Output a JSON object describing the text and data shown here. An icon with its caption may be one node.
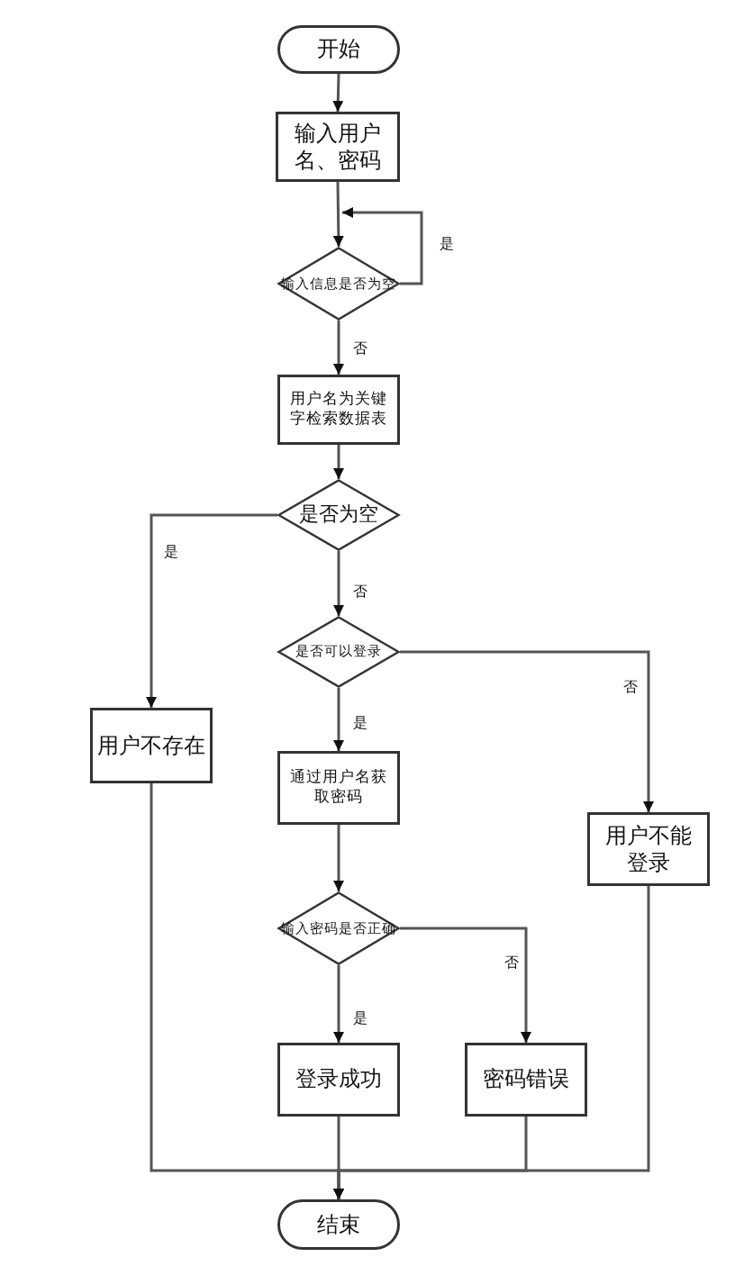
{
  "diagram": {
    "nodes": [
      {
        "text": [
          "开始"
        ]
      },
      {
        "text": [
          "输入用户名、密码"
        ]
      },
      {
        "text": [
          "输入信息是否为空"
        ]
      },
      {
        "text": [
          "用户名为关键字检索数据表"
        ]
      },
      {
        "text": [
          "是否为空"
        ]
      },
      {
        "text": [
          "是否可以登录"
        ]
      },
      {
        "text": [
          "用户不存在"
        ]
      },
      {
        "text": [
          "通过用户名获取密码"
        ]
      },
      {
        "text": [
          "用户不能登录"
        ]
      },
      {
        "text": [
          "输入密码是否正确"
        ]
      },
      {
        "text": [
          "登录成功"
        ]
      },
      {
        "text": [
          "密码错误"
        ]
      },
      {
        "text": [
          "结束"
        ]
      }
    ],
    "edges": [
      {
        "from": 0,
        "to": 1,
        "arrow": "to"
      },
      {
        "from": 1,
        "to": 2,
        "arrow": "to"
      },
      {
        "from": 2,
        "to": 2,
        "arrow": "to",
        "label": "是"
      },
      {
        "from": 2,
        "to": 3,
        "arrow": "to",
        "label": "否"
      },
      {
        "from": 3,
        "to": 4,
        "arrow": "to"
      },
      {
        "from": 4,
        "to": 6,
        "arrow": "to",
        "label": "是"
      },
      {
        "from": 4,
        "to": 5,
        "arrow": "to",
        "label": "否"
      },
      {
        "from": 5,
        "to": 7,
        "arrow": "to",
        "label": "是"
      },
      {
        "from": 5,
        "to": 8,
        "arrow": "to",
        "label": "否"
      },
      {
        "from": 7,
        "to": 9,
        "arrow": "to"
      },
      {
        "from": 9,
        "to": 10,
        "arrow": "to",
        "label": "是"
      },
      {
        "from": 9,
        "to": 11,
        "arrow": "to",
        "label": "否"
      },
      {
        "from": 6,
        "to": 12,
        "arrow": "to"
      },
      {
        "from": 10,
        "to": 12,
        "arrow": "to"
      },
      {
        "from": 11,
        "to": 12,
        "arrow": "to"
      },
      {
        "from": 8,
        "to": 12,
        "arrow": "to"
      }
    ]
  }
}
